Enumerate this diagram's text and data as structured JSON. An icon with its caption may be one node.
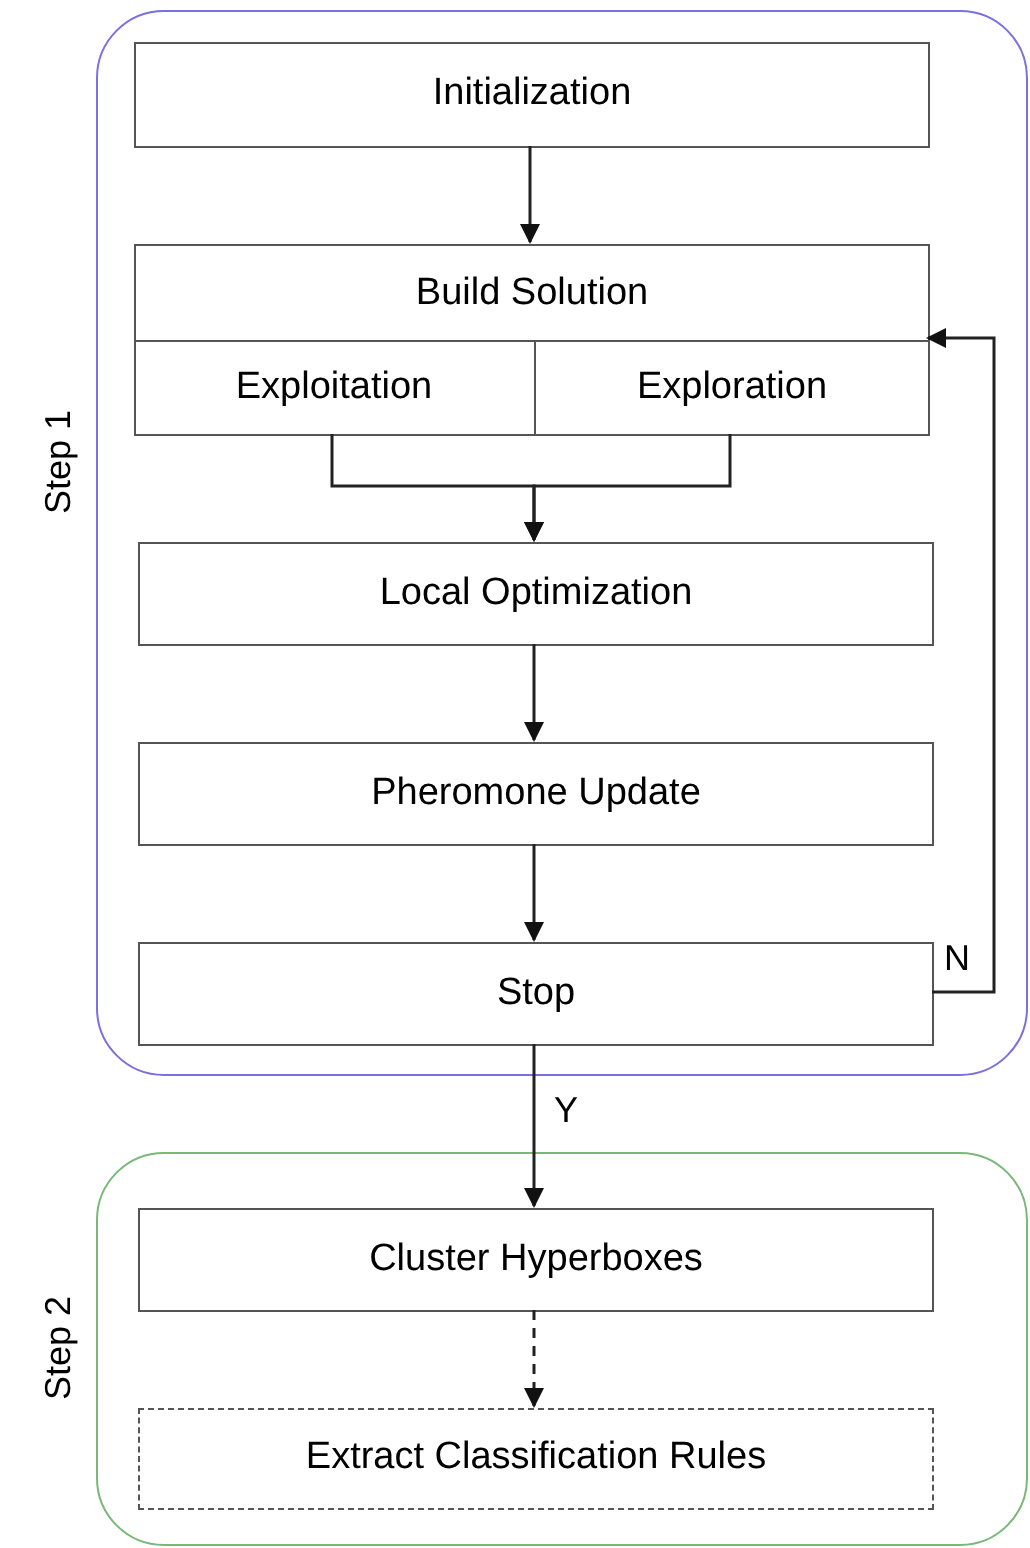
{
  "diagram": {
    "nodes": [
      {
        "text": [
          "Step 1"
        ]
      },
      {
        "text": [
          "Initialization"
        ],
        "in": 0
      },
      {
        "text": [
          "Build Solution"
        ],
        "in": 0
      },
      {
        "text": [
          "Exploitation"
        ],
        "in": 2
      },
      {
        "text": [
          "Exploration"
        ],
        "in": 2
      },
      {
        "text": [
          "Local Optimization"
        ],
        "in": 0
      },
      {
        "text": [
          "Pheromone Update"
        ],
        "in": 0
      },
      {
        "text": [
          "Stop"
        ],
        "in": 0
      },
      {
        "text": [
          "Step 2"
        ]
      },
      {
        "text": [
          "Cluster Hyperboxes"
        ],
        "in": 8
      },
      {
        "text": [
          "Extract Classification Rules"
        ],
        "in": 8
      }
    ],
    "edges": [
      {
        "from": 1,
        "to": 2,
        "arrow": "to"
      },
      {
        "from": 3,
        "to": 5,
        "arrow": "to"
      },
      {
        "from": 4,
        "to": 5,
        "arrow": "to"
      },
      {
        "from": 5,
        "to": 6,
        "arrow": "to"
      },
      {
        "from": 6,
        "to": 7,
        "arrow": "to"
      },
      {
        "from": 7,
        "to": 2,
        "arrow": "to",
        "label": "N"
      },
      {
        "from": 7,
        "to": 9,
        "arrow": "to",
        "label": "Y"
      },
      {
        "from": 9,
        "to": 10,
        "arrow": "to",
        "style": "dashed"
      }
    ]
  }
}
